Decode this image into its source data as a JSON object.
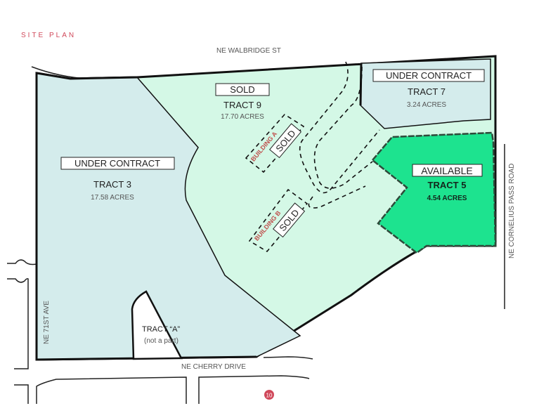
{
  "title": "SITE PLAN",
  "page_number": "10",
  "colors": {
    "accent": "#d0485a",
    "tract3": "#d4ecec",
    "tract9": "#d4f8e6",
    "tract7": "#d4ecec",
    "tract5": "#1de38f"
  },
  "streets": {
    "north": "NE WALBRIDGE ST",
    "south": "NE CHERRY DRIVE",
    "west": "NE 71ST AVE",
    "east": "NE CORNELIUS PASS ROAD"
  },
  "tracts": {
    "tract3": {
      "status": "UNDER CONTRACT",
      "name": "TRACT 3",
      "acres": "17.58 ACRES"
    },
    "tract9": {
      "status": "SOLD",
      "name": "TRACT 9",
      "acres": "17.70 ACRES"
    },
    "tract7": {
      "status": "UNDER CONTRACT",
      "name": "TRACT 7",
      "acres": "3.24 ACRES"
    },
    "tract5": {
      "status": "AVAILABLE",
      "name": "TRACT 5",
      "acres": "4.54 ACRES"
    },
    "tractA": {
      "name": "TRACT “A”",
      "note": "(not a part)"
    }
  },
  "buildings": {
    "a": {
      "name": "BUILDING A",
      "status": "SOLD"
    },
    "b": {
      "name": "BUILDING B",
      "status": "SOLD"
    }
  }
}
